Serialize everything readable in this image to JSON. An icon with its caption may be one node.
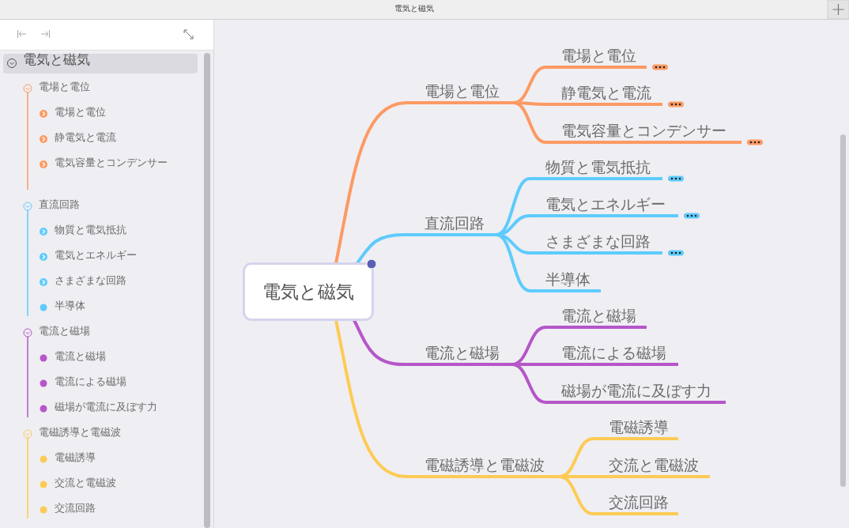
{
  "diagram": {
    "nodes": [
      {
        "text": [
          "電気と磁気"
        ]
      },
      {
        "text": [
          "電場と電位"
        ]
      },
      {
        "text": [
          "電場と電位"
        ]
      },
      {
        "text": [
          "静電気と電流"
        ]
      },
      {
        "text": [
          "電気容量とコンデンサー"
        ]
      },
      {
        "text": [
          "直流回路"
        ]
      },
      {
        "text": [
          "物質と電気抵抗"
        ]
      },
      {
        "text": [
          "電気とエネルギー"
        ]
      },
      {
        "text": [
          "さまざまな回路"
        ]
      },
      {
        "text": [
          "半導体"
        ]
      },
      {
        "text": [
          "電流と磁場"
        ]
      },
      {
        "text": [
          "電流と磁場"
        ]
      },
      {
        "text": [
          "電流による磁場"
        ]
      },
      {
        "text": [
          "磁場が電流に及ぼす力"
        ]
      },
      {
        "text": [
          "電磁誘導と電磁波"
        ]
      },
      {
        "text": [
          "電磁誘導"
        ]
      },
      {
        "text": [
          "交流と電磁波"
        ]
      },
      {
        "text": [
          "交流回路"
        ]
      }
    ],
    "edges": [
      {
        "from": 0,
        "to": 1,
        "arrow": "none",
        "color": "#fc9a63"
      },
      {
        "from": 1,
        "to": 2,
        "arrow": "none",
        "color": "#fc9a63"
      },
      {
        "from": 1,
        "to": 3,
        "arrow": "none",
        "color": "#fc9a63"
      },
      {
        "from": 1,
        "to": 4,
        "arrow": "none",
        "color": "#fc9a63"
      },
      {
        "from": 0,
        "to": 5,
        "arrow": "none",
        "color": "#5ecbfc"
      },
      {
        "from": 5,
        "to": 6,
        "arrow": "none",
        "color": "#5ecbfc"
      },
      {
        "from": 5,
        "to": 7,
        "arrow": "none",
        "color": "#5ecbfc"
      },
      {
        "from": 5,
        "to": 8,
        "arrow": "none",
        "color": "#5ecbfc"
      },
      {
        "from": 5,
        "to": 9,
        "arrow": "none",
        "color": "#5ecbfc"
      },
      {
        "from": 0,
        "to": 10,
        "arrow": "none",
        "color": "#b556c9"
      },
      {
        "from": 10,
        "to": 11,
        "arrow": "none",
        "color": "#b556c9"
      },
      {
        "from": 10,
        "to": 12,
        "arrow": "none",
        "color": "#b556c9"
      },
      {
        "from": 10,
        "to": 13,
        "arrow": "none",
        "color": "#b556c9"
      },
      {
        "from": 0,
        "to": 14,
        "arrow": "none",
        "color": "#fdcb55"
      },
      {
        "from": 14,
        "to": 15,
        "arrow": "none",
        "color": "#fdcb55"
      },
      {
        "from": 14,
        "to": 16,
        "arrow": "none",
        "color": "#fdcb55"
      },
      {
        "from": 14,
        "to": 17,
        "arrow": "none",
        "color": "#fdcb55"
      }
    ],
    "labels": [
      "電気と磁気",
      "電気と磁気",
      "電場と電位",
      "電場と電位",
      "静電気と電流",
      "電気容量とコンデンサー",
      "直流回路",
      "物質と電気抵抗",
      "電気とエネルギー",
      "さまざまな回路",
      "半導体",
      "電流と磁場",
      "電流と磁場",
      "電流による磁場",
      "磁場が電流に及ぼす力",
      "電磁誘導と電磁波",
      "電磁誘導",
      "交流と電磁波",
      "交流回路"
    ]
  }
}
